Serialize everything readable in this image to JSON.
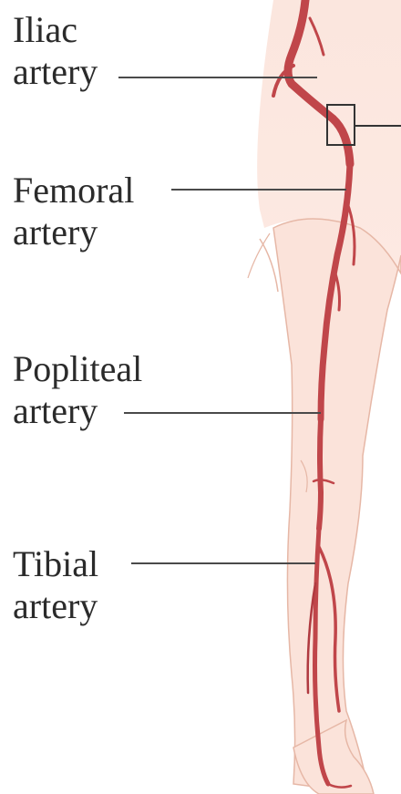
{
  "labels": {
    "iliac": {
      "line1": "Iliac",
      "line2": "artery"
    },
    "femoral": {
      "line1": "Femoral",
      "line2": "artery"
    },
    "popliteal": {
      "line1": "Popliteal",
      "line2": "artery"
    },
    "tibial": {
      "line1": "Tibial",
      "line2": "artery"
    }
  },
  "colors": {
    "skin": "#fbe3da",
    "skin_outline": "#e8b9a8",
    "artery": "#c0464a",
    "artery_dark": "#9e2f36",
    "leader_line": "#4a4a4a",
    "text": "#2b2b2b"
  }
}
